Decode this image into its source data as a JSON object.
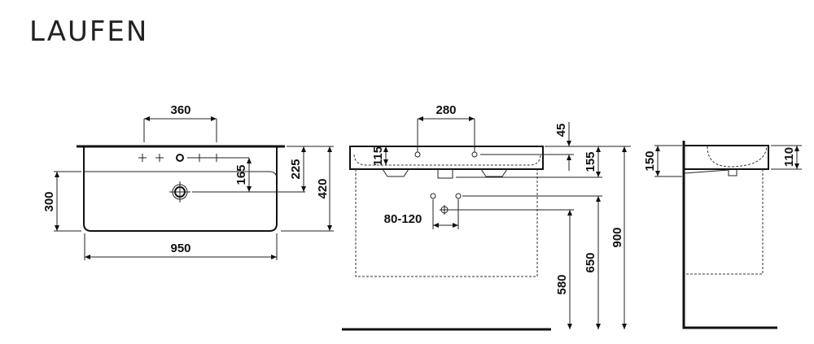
{
  "brand": {
    "logo_text": "LAUFEN"
  },
  "front_view": {
    "dims": {
      "tap_spacing": "360",
      "tap_to_drain": "165",
      "edge_to_drain": "225",
      "depth": "420",
      "bowl_depth": "300",
      "width": "950"
    }
  },
  "side_view": {
    "dims": {
      "hole_spacing": "280",
      "hole_offset": "45",
      "height_front": "155",
      "inner_height": "115",
      "total_height": "900",
      "drain_height": "650",
      "supply_height": "580",
      "supply_range": "80-120"
    }
  },
  "profile_view": {
    "dims": {
      "overall_height": "150",
      "front_height": "110"
    }
  }
}
